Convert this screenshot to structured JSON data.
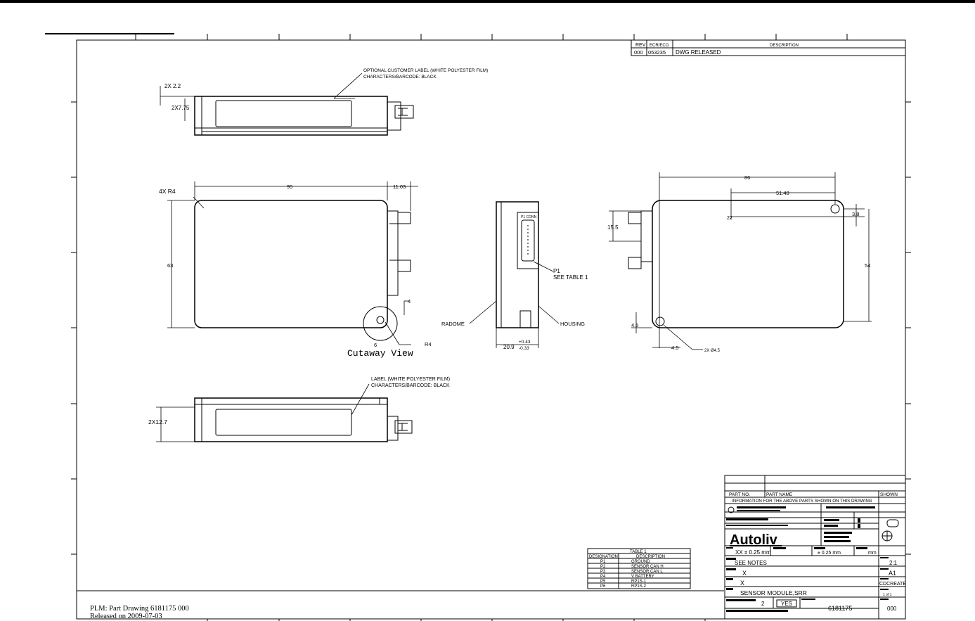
{
  "revision_block": {
    "headers": [
      "REV",
      "ECR/ECO",
      "DESCRIPTION"
    ],
    "rows": [
      [
        "000",
        "053235",
        "DWG RELEASED"
      ]
    ]
  },
  "views": {
    "top_label_note_1": "OPTIONAL CUSTOMER LABEL (WHITE POLYESTER FILM)",
    "top_label_note_2": "CHARACTERS/BARCODE: BLACK",
    "top_dim_a": "2X 2.2",
    "top_dim_b": "2X7.75",
    "front_radius": "4X R4",
    "front_width": "95",
    "front_conn": "11.03",
    "front_height": "63",
    "front_dim_4": "4",
    "front_dim_6": "6",
    "front_r4": "R4",
    "cutaway_label": "Cutaway View",
    "side_p1": "P1",
    "side_see_table": "SEE TABLE 1",
    "side_radome": "RADOME",
    "side_housing": "HOUSING",
    "side_thickness": "20.9",
    "side_tol_plus": "+0.43",
    "side_tol_minus": "-0.33",
    "side_connector_label": "P1 CONN",
    "rear_86": "86",
    "rear_5148": "51.48",
    "rear_38": "3.8",
    "rear_155": "15.5",
    "rear_54": "54",
    "rear_45a": "4.5",
    "rear_45b": "4.5",
    "rear_hole": "2X Ø4.5",
    "rear_datum": "22",
    "bottom_label_note_1": "LABEL (WHITE POLYESTER FILM)",
    "bottom_label_note_2": "CHARACTERS/BARCODE: BLACK",
    "bottom_dim": "2X12.7"
  },
  "table1": {
    "title": "TABLE 1",
    "headers": [
      "DESIGNATION",
      "DESCRIPTION"
    ],
    "rows": [
      [
        "P1",
        "GROUND"
      ],
      [
        "P2",
        "SENSOR CAN H"
      ],
      [
        "P3",
        "SENSOR CAN L"
      ],
      [
        "P4",
        "V BATTERY"
      ],
      [
        "P5",
        "RP1S-1"
      ],
      [
        "P6",
        "RP1S-2"
      ]
    ]
  },
  "title_block": {
    "part_no_label": "PART NO.",
    "part_name_label": "PART NAME",
    "shown_label": "SHOWN",
    "info_line": "INFORMATION FOR THE ABOVE PARTS SHOWN ON THIS DRAWING",
    "company": "Autoliv",
    "tol_xx": "XX ± 0.25 mm",
    "tol_angle": "± 0.25 mm",
    "units": "mm",
    "material": "SEE NOTES",
    "surface": "X",
    "mass": "X",
    "title": "SENSOR MODULE,SRR",
    "sheets": "2",
    "yes": "YES",
    "drawing_no": "6181175",
    "rev": "000",
    "scale": "2:1",
    "size": "A1",
    "catia": "CDCREATE",
    "sheet": "1 of 1"
  },
  "plm": {
    "line1": "PLM: Part Drawing 6181175 000",
    "line2": "Released on 2009-07-03"
  }
}
